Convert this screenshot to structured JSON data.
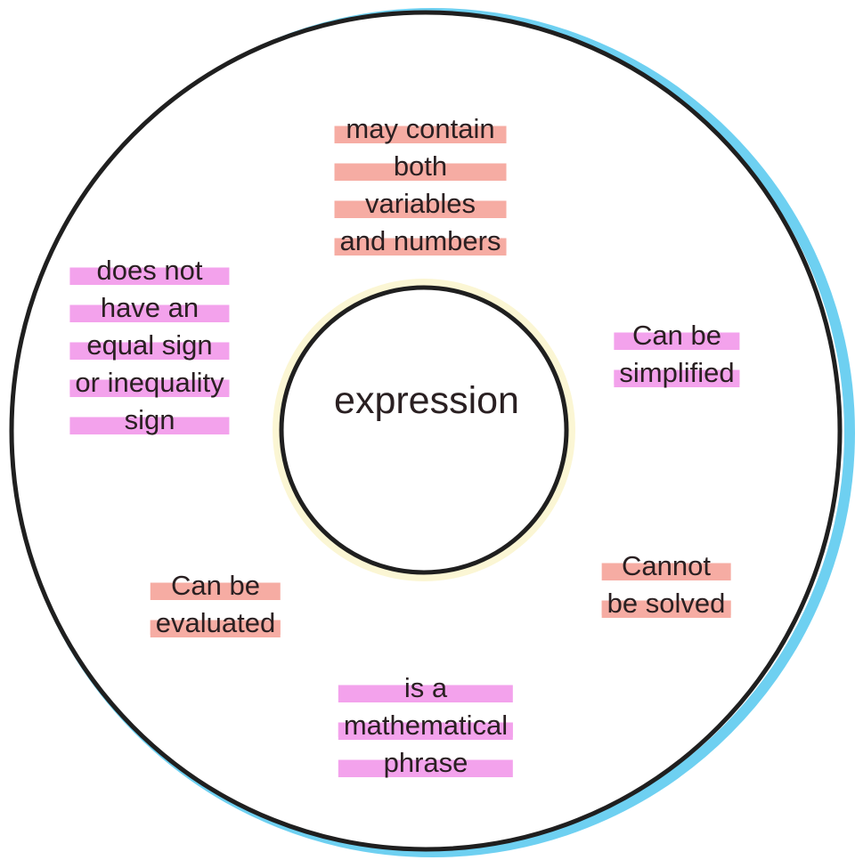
{
  "center": {
    "label": "expression"
  },
  "notes": {
    "top": [
      "may contain",
      "both",
      "variables",
      "and numbers"
    ],
    "left": [
      "does not",
      "have an",
      "equal sign",
      "or inequality",
      "sign"
    ],
    "right_upper": [
      "Can be",
      "simplified"
    ],
    "right_lower": [
      "Cannot",
      "be solved"
    ],
    "left_lower": [
      "Can be",
      "evaluated"
    ],
    "bottom": [
      "is a",
      "mathematical",
      "phrase"
    ]
  },
  "colors": {
    "outer_ring": "#1f1f1f",
    "outer_shadow": "#55c8ee",
    "inner_glow": "#fbf6d4",
    "highlight_pink": "#f3a2ec",
    "highlight_salmon": "#f6aca3"
  }
}
